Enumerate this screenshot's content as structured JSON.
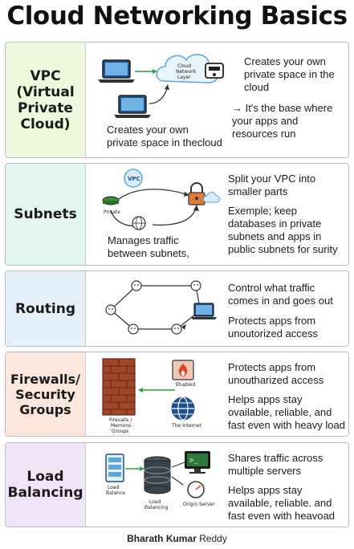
{
  "title": "Cloud Networking Basics",
  "sections": [
    {
      "id": "vpc",
      "label": [
        "VPC",
        "(Virtual",
        "Private",
        "Cloud)"
      ],
      "bg": "#eef8dc",
      "illustration_text": [
        "Cloud",
        "Network",
        "Layer"
      ],
      "caption": [
        "Creates your own",
        "private space in thecloud"
      ],
      "desc": [
        "Creates your own private space in the cloud",
        "→ It's the base where your apps and resources run"
      ]
    },
    {
      "id": "subnets",
      "label": [
        "Subnets"
      ],
      "bg": "#e3f5f1",
      "illustration_text": [
        "VPC",
        "Private"
      ],
      "caption": [
        "Manages traffic",
        "between subnets,"
      ],
      "desc": [
        "Split your VPC into smaller parts",
        "Exemple; keep databases in private subnets and apps in public subnets for surity"
      ]
    },
    {
      "id": "routing",
      "label": [
        "Routing"
      ],
      "bg": "#e1f0fb",
      "desc": [
        "Control what traffic comes in and goes out",
        "Protects apps from unoutorized access"
      ]
    },
    {
      "id": "firewalls",
      "label": [
        "Firewalls/",
        "Security",
        "Groups"
      ],
      "bg": "#fbe6dc",
      "illustration_text": [
        "Ehabled",
        "Firevalls /",
        "Memons",
        "Groups",
        "The Internet"
      ],
      "desc": [
        "Protects apps from unoutharized access",
        "Helps apps stay ovailable, reliable, and fast even with heavy load"
      ]
    },
    {
      "id": "load-balancing",
      "label": [
        "Load",
        "Balancing"
      ],
      "bg": "#f1e3f7",
      "illustration_text": [
        "Load",
        "Balance",
        "Load",
        "Balancing",
        "Origin Server"
      ],
      "desc": [
        "Shares traffic across multiple servers",
        "Helps apps stay available, reliable. and fast even with heavoad"
      ]
    }
  ],
  "author": {
    "bold": "Bharath Kumar",
    "light": "Reddy"
  },
  "colors": {
    "arrow_green": "#2e9e3e",
    "brick": "#a0462a",
    "cloud_blue": "#5aa6dd",
    "lock_orange": "#e07a3a"
  }
}
